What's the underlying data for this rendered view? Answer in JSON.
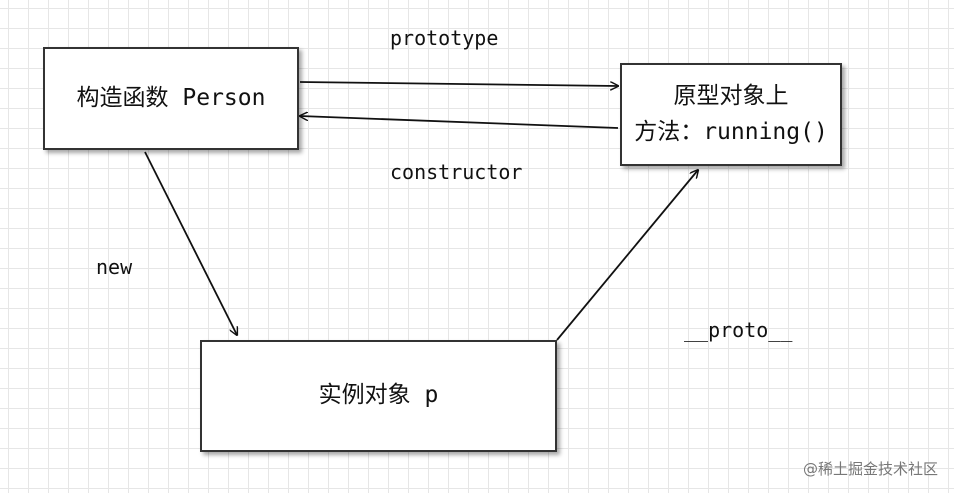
{
  "nodes": {
    "constructor_box": "构造函数 Person",
    "prototype_box_line1": "原型对象上",
    "prototype_box_line2": "方法：running()",
    "instance_box": "实例对象 p"
  },
  "edges": {
    "prototype": "prototype",
    "constructor": "constructor",
    "new": "new",
    "proto": "__proto__"
  },
  "watermark": "@稀土掘金技术社区",
  "colors": {
    "line": "#111111",
    "border": "#333333",
    "grid": "#e6e6e6"
  }
}
